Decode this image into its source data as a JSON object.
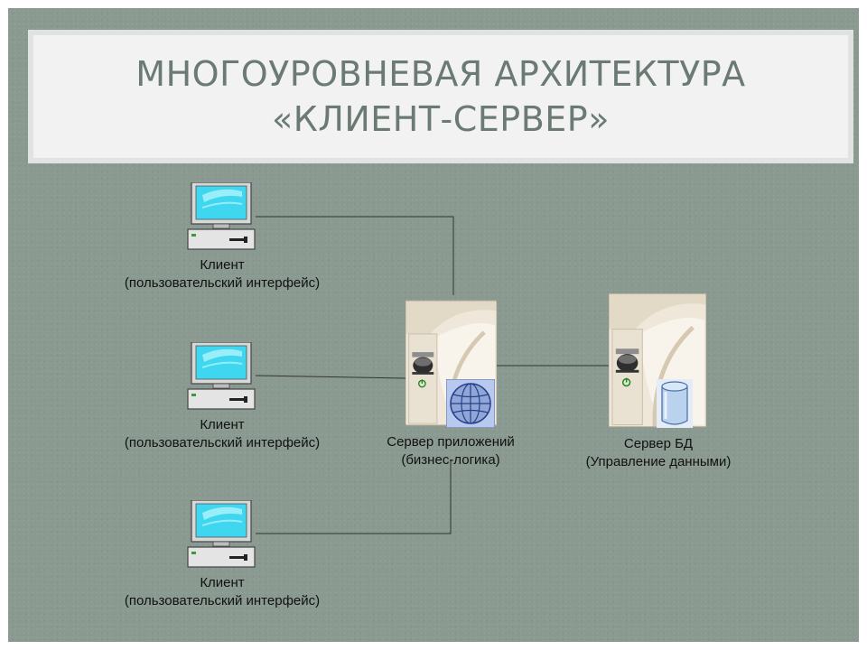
{
  "title": {
    "line1": "МНОГОУРОВНЕВАЯ АРХИТЕКТУРА",
    "line2": "«КЛИЕНТ-СЕРВЕР»"
  },
  "clients": [
    {
      "name": "Клиент",
      "desc": "(пользовательский интерфейс)"
    },
    {
      "name": "Клиент",
      "desc": "(пользовательский интерфейс)"
    },
    {
      "name": "Клиент",
      "desc": "(пользовательский интерфейс)"
    }
  ],
  "app_server": {
    "name": "Сервер приложений",
    "desc": "(бизнес-логика)"
  },
  "db_server": {
    "name": "Сервер БД",
    "desc": "(Управление данными)"
  },
  "icons": {
    "client": "desktop-computer-icon",
    "app_server": "server-with-globe-icon",
    "db_server": "server-with-database-icon"
  },
  "colors": {
    "background": "#8a9a91",
    "title_text": "#6b7a72",
    "screen": "#3fd6ef",
    "line": "#333333"
  }
}
